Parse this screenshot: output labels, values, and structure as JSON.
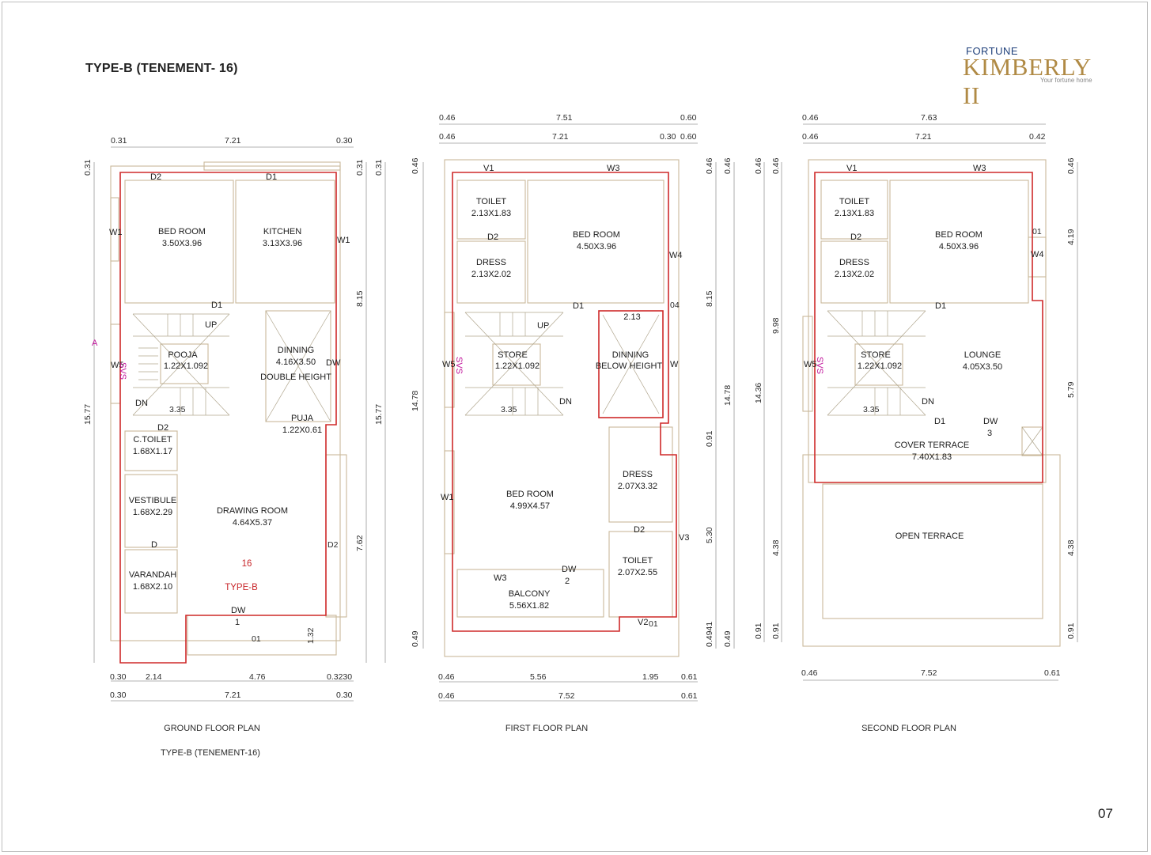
{
  "header": {
    "title": "TYPE-B (TENEMENT- 16)",
    "brand_top": "FORTUNE",
    "brand_main": "KIMBERLY II",
    "brand_tagline": "Your fortune home",
    "page_number": "07"
  },
  "ground": {
    "caption": "GROUND FLOOR PLAN",
    "subcaption": "TYPE-B (TENEMENT-16)",
    "rooms": {
      "bed_name": "BED ROOM",
      "bed_size": "3.50X3.96",
      "kitchen_name": "KITCHEN",
      "kitchen_size": "3.13X3.96",
      "pooja_name": "POOJA",
      "pooja_size": "1.22X1.092",
      "dinning_name": "DINNING",
      "dinning_size": "4.16X3.50",
      "dinning_note": "DOUBLE HEIGHT",
      "puja_name": "PUJA",
      "puja_size": "1.22X0.61",
      "ctoilet_name": "C.TOILET",
      "ctoilet_size": "1.68X1.17",
      "vestibule_name": "VESTIBULE",
      "vestibule_size": "1.68X2.29",
      "drawing_name": "DRAWING ROOM",
      "drawing_size": "4.64X5.37",
      "varandah_name": "VARANDAH",
      "varandah_size": "1.68X2.10",
      "unit_no": "16",
      "unit_type": "TYPE-B"
    },
    "tags": {
      "d2a": "D2",
      "d1a": "D1",
      "w1a": "W1",
      "w1b": "W1",
      "d1b": "D1",
      "up": "UP",
      "ws": "W5",
      "dw": "DW",
      "dn": "DN",
      "stair_w": "3.35",
      "d2b": "D2",
      "d": "D",
      "dw1": "DW",
      "dw1n": "1",
      "o1": "01",
      "d2c": "D2",
      "marker": "A",
      "svs": "SVS"
    },
    "dims": {
      "top1": "0.31",
      "top2": "7.21",
      "top3": "0.30",
      "left_top": "0.31",
      "left_total": "15.77",
      "right1": "0.31",
      "right2": "0.31",
      "right3": "8.15",
      "right4": "7.62",
      "right5": "1.32",
      "right_total": "15.77",
      "bot1a": "0.30",
      "bot1b": "2.14",
      "bot1c": "4.76",
      "bot1d": "0.3230",
      "bot2a": "0.30",
      "bot2b": "7.21",
      "bot2c": "0.30"
    }
  },
  "first": {
    "caption": "FIRST FLOOR PLAN",
    "rooms": {
      "toilet_name": "TOILET",
      "toilet_size": "2.13X1.83",
      "dress_name": "DRESS",
      "dress_size": "2.13X2.02",
      "bed_name": "BED ROOM",
      "bed_size": "4.50X3.96",
      "store_name": "STORE",
      "store_size": "1.22X1.092",
      "dinning_name": "DINNING",
      "dinning_note": "BELOW HEIGHT",
      "dinning_w": "2.13",
      "bed2_name": "BED ROOM",
      "bed2_size": "4.99X4.57",
      "dress2_name": "DRESS",
      "dress2_size": "2.07X3.32",
      "toilet2_name": "TOILET",
      "toilet2_size": "2.07X2.55",
      "balcony_name": "BALCONY",
      "balcony_size": "5.56X1.82"
    },
    "tags": {
      "v1": "V1",
      "w3a": "W3",
      "d2a": "D2",
      "w4": "W4",
      "d1": "D1",
      "up": "UP",
      "o4": "04",
      "w5": "W5",
      "w": "W",
      "stair_w": "3.35",
      "dn": "DN",
      "w1": "W1",
      "d2b": "D2",
      "v3": "V3",
      "w3b": "W3",
      "dw": "DW",
      "dwn": "2",
      "v2": "V2",
      "o1": "01",
      "svs": "SVS"
    },
    "dims": {
      "top1a": "0.46",
      "top1b": "7.51",
      "top1c": "0.60",
      "top2a": "0.46",
      "top2b": "7.21",
      "top2c": "0.30",
      "top2d": "0.60",
      "left_top": "0.46",
      "left_total": "14.78",
      "left_bot": "0.49",
      "r1": "0.46",
      "r2": "8.15",
      "r3": "0.91",
      "r4": "5.30",
      "r5": "0.4941",
      "rr1": "0.46",
      "rr2": "14.78",
      "rr3": "0.49",
      "bot1a": "0.46",
      "bot1b": "5.56",
      "bot1c": "1.95",
      "bot1d": "0.61",
      "bot2a": "0.46",
      "bot2b": "7.52",
      "bot2c": "0.61"
    }
  },
  "second": {
    "caption": "SECOND FLOOR PLAN",
    "rooms": {
      "toilet_name": "TOILET",
      "toilet_size": "2.13X1.83",
      "dress_name": "DRESS",
      "dress_size": "2.13X2.02",
      "bed_name": "BED ROOM",
      "bed_size": "4.50X3.96",
      "store_name": "STORE",
      "store_size": "1.22X1.092",
      "lounge_name": "LOUNGE",
      "lounge_size": "4.05X3.50",
      "cover_name": "COVER TERRACE",
      "cover_size": "7.40X1.83",
      "open_name": "OPEN TERRACE"
    },
    "tags": {
      "v1": "V1",
      "w3": "W3",
      "d2": "D2",
      "o1": "01",
      "w4": "W4",
      "d1a": "D1",
      "w5": "W5",
      "stair_w": "3.35",
      "dn": "DN",
      "d1b": "D1",
      "dw": "DW",
      "dwn": "3",
      "svs": "SVS"
    },
    "dims": {
      "top1a": "0.46",
      "top1b": "7.63",
      "top2a": "0.46",
      "top2b": "7.21",
      "top2c": "0.42",
      "l1a": "0.46",
      "l1b": "14.36",
      "l1c": "0.91",
      "l2a": "0.46",
      "l2b": "9.98",
      "l2c": "4.38",
      "l2d": "0.91",
      "r1": "0.46",
      "r2": "4.19",
      "r3": "5.79",
      "r4": "4.38",
      "r5": "0.91",
      "bot1a": "0.46",
      "bot1b": "7.52",
      "bot1c": "0.61"
    }
  }
}
